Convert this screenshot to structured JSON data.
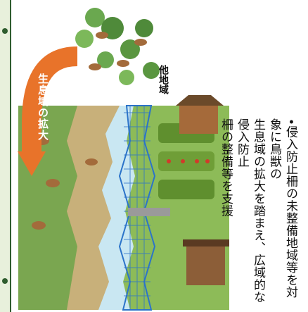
{
  "other_area_label": "他地域",
  "arrow_label": "生息域の拡大",
  "description_lines": [
    "•侵入防止柵の未整備地域等を対象に鳥獣の",
    "生息域の拡大を踏まえ、広域的な侵入防止",
    "柵の整備等を支援"
  ],
  "colors": {
    "arrow": "#e8732a",
    "sky": "#c9e7f2",
    "mountain": "#c8b07a",
    "fence": "#2b73c9",
    "grass": "#8dbb58",
    "text": "#111111"
  }
}
